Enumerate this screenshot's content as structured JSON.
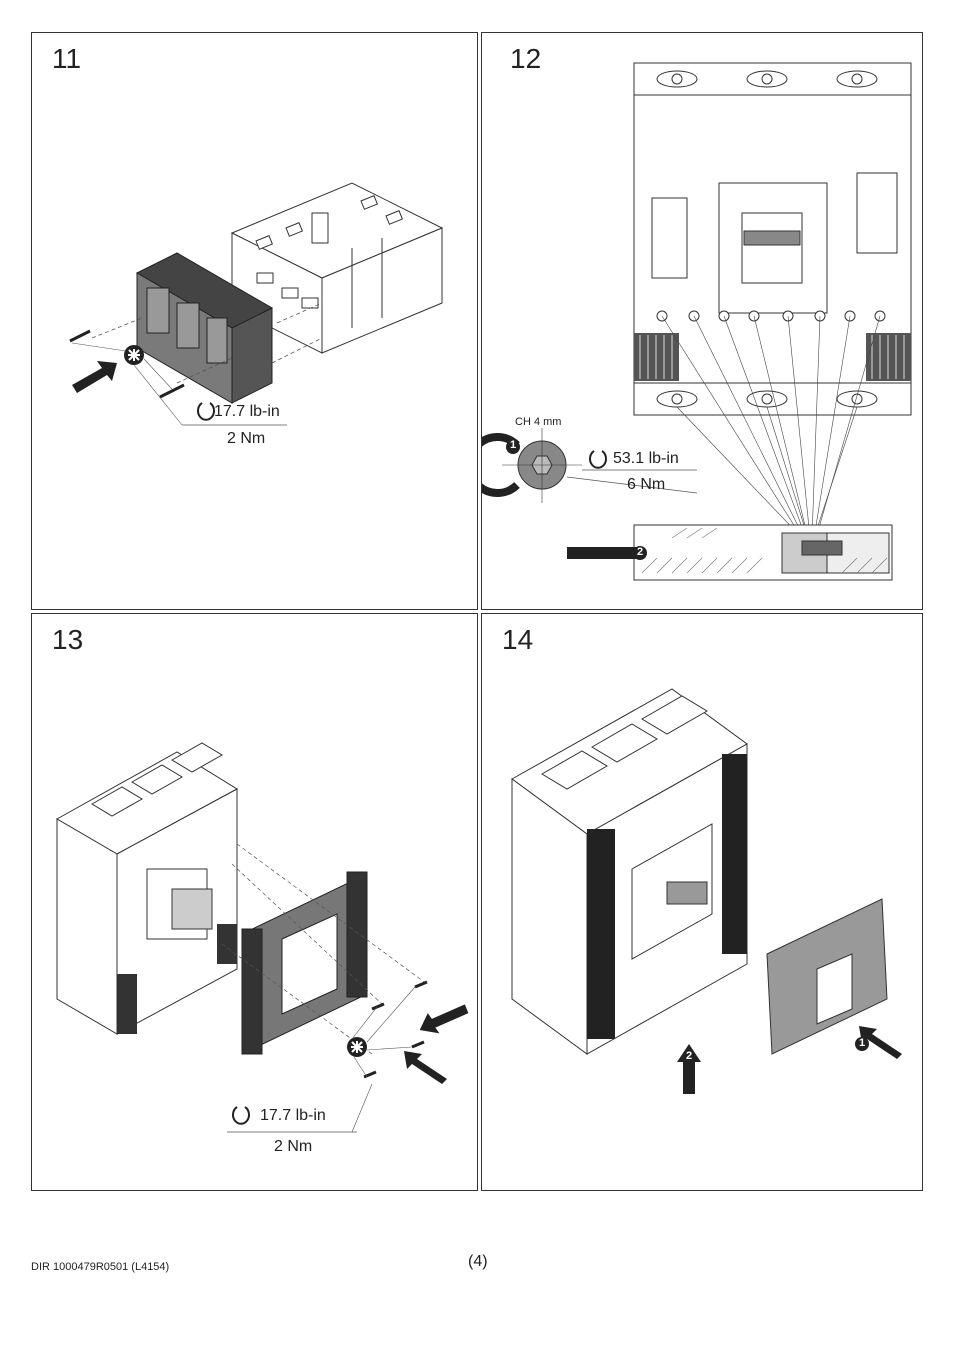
{
  "panels": [
    {
      "number": "11",
      "torque_imperial": "17.7 lb-in",
      "torque_metric": "2 Nm"
    },
    {
      "number": "12",
      "tool": "CH 4 mm",
      "torque_imperial": "53.1 lb-in",
      "torque_metric": "6 Nm",
      "step_markers": [
        "1",
        "2"
      ]
    },
    {
      "number": "13",
      "torque_imperial": "17.7 lb-in",
      "torque_metric": "2 Nm"
    },
    {
      "number": "14",
      "step_markers": [
        "1",
        "2"
      ]
    }
  ],
  "footer": {
    "document_code": "DIR 1000479R0501 (L4154)",
    "page_number": "(4)"
  }
}
